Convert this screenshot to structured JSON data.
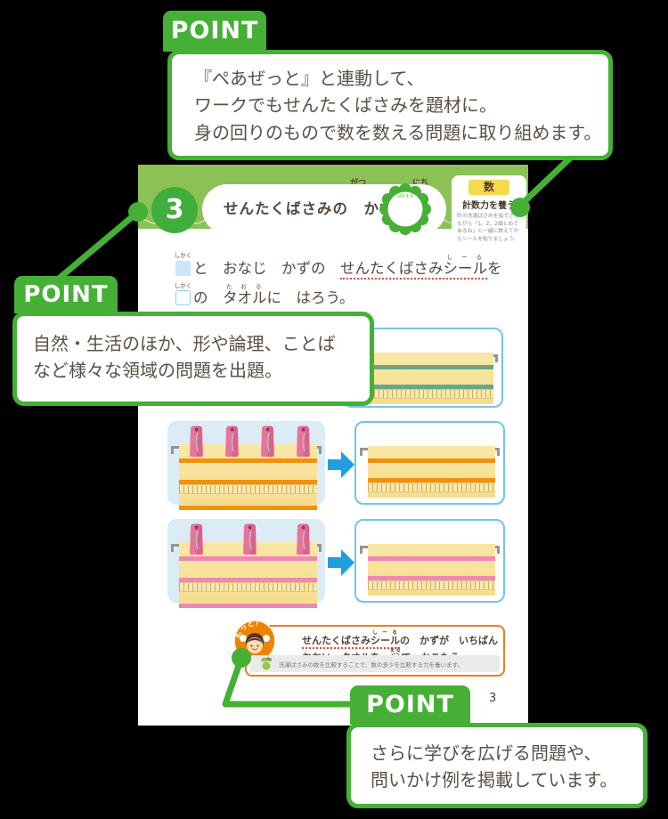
{
  "colors": {
    "accent_green": "#45b035",
    "header_green": "#8cc155",
    "lesson_circle_green": "#3fae3c",
    "arrow_blue": "#1d9fe0",
    "panel_blue_bg": "#dbecf7",
    "panel_blue_border": "#74c3ec",
    "towel_yellow": "#f8e5a0",
    "stripe_teal": "#68a687",
    "stripe_orange": "#f0920f",
    "stripe_pink": "#ef87b5",
    "clothespin_pink": "#e25f8b",
    "extra_box_orange": "#e8821e",
    "badge_yellow": "#f6d94e",
    "text_brown": "#55473d",
    "red_underline": "#e5453a",
    "background": "#000000"
  },
  "callouts": {
    "top": {
      "label": "POINT",
      "lines": [
        "『ぺあぜっと』と連動して、",
        "ワークでもせんたくばさみを題材に。",
        "身の回りのもので数を数える問題に取り組めます。"
      ]
    },
    "left": {
      "label": "POINT",
      "lines": [
        "自然・生活のほか、形や論理、ことば",
        "など様々な領域の問題を出題。"
      ]
    },
    "bottom": {
      "label": "POINT",
      "lines": [
        "さらに学びを広げる問題や、",
        "問いかけ例を掲載しています。"
      ]
    }
  },
  "page": {
    "lesson_number": "3",
    "title": "せんたくばさみの　かず",
    "date_month_label": "がつ",
    "date_day_label": "にち",
    "stamp_hint": "はなまる",
    "skill_box": {
      "badge": "数",
      "heading": "計数力を養う",
      "note": "の洗濯ばさみを指でさしながら「1、2、2個とめてあるね」と一緒に数えてからシールを貼りましょう。"
    },
    "instruction": {
      "square_furigana": "しかく",
      "line1_mid": "と　おなじ　かずの　",
      "sticker_base": "せんたくばさみ",
      "sticker_ruby_base": "シール",
      "sticker_ruby": "しーる",
      "line1_end": "を",
      "line2_pre": "の　",
      "towel_base": "タオル",
      "towel_ruby": "たおる",
      "line2_end": "に　はろう。"
    },
    "extra": {
      "badge": "もっと！",
      "sticker_base": "せんたくばさみ",
      "sticker_ruby_base": "シール",
      "sticker_ruby": "しーる",
      "l1_end": "の　かずが　いちばん",
      "l2_pre": "おおい　タオルを　",
      "maru": "◯",
      "maru_ruby": "まる",
      "l2_end": "で　かこもう。",
      "note": "洗濯ばさみの数を比較することで、数の多少を比較する力を養います。"
    },
    "page_number": "3"
  }
}
